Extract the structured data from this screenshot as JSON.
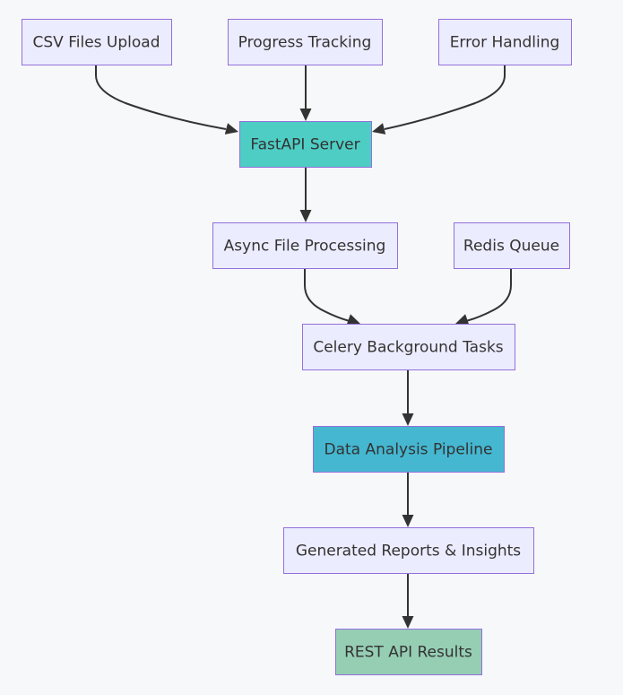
{
  "diagram": {
    "background": "#f7f8fa",
    "node_border_color": "#9370db",
    "edge_color": "#333333",
    "nodes": [
      {
        "id": "csv",
        "label": "CSV Files Upload",
        "fill": "#ececff"
      },
      {
        "id": "progress",
        "label": "Progress Tracking",
        "fill": "#ececff"
      },
      {
        "id": "error",
        "label": "Error Handling",
        "fill": "#ececff"
      },
      {
        "id": "fastapi",
        "label": "FastAPI Server",
        "fill": "#4ecdc4"
      },
      {
        "id": "async",
        "label": "Async File Processing",
        "fill": "#ececff"
      },
      {
        "id": "redis",
        "label": "Redis Queue",
        "fill": "#ececff"
      },
      {
        "id": "celery",
        "label": "Celery Background Tasks",
        "fill": "#ececff"
      },
      {
        "id": "pipeline",
        "label": "Data Analysis Pipeline",
        "fill": "#45b7d1"
      },
      {
        "id": "reports",
        "label": "Generated Reports & Insights",
        "fill": "#ececff"
      },
      {
        "id": "rest",
        "label": "REST API Results",
        "fill": "#96ceb4"
      }
    ],
    "edges": [
      {
        "from": "csv",
        "to": "fastapi"
      },
      {
        "from": "progress",
        "to": "fastapi"
      },
      {
        "from": "error",
        "to": "fastapi"
      },
      {
        "from": "fastapi",
        "to": "async"
      },
      {
        "from": "async",
        "to": "celery"
      },
      {
        "from": "redis",
        "to": "celery"
      },
      {
        "from": "celery",
        "to": "pipeline"
      },
      {
        "from": "pipeline",
        "to": "reports"
      },
      {
        "from": "reports",
        "to": "rest"
      }
    ]
  }
}
